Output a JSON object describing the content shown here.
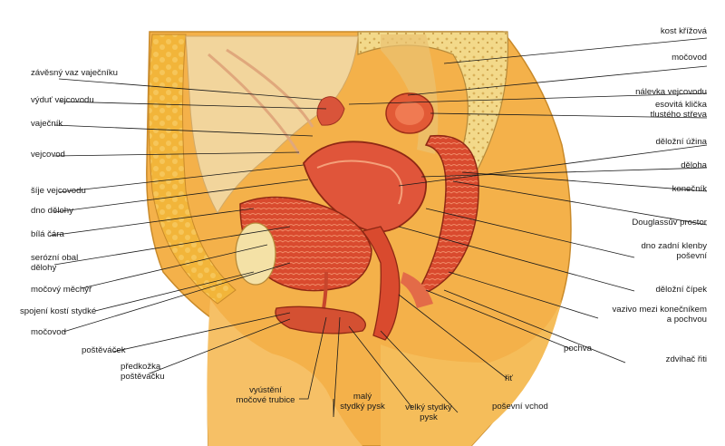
{
  "labels": {
    "zavesny_vaz": "závěsný vaz vaječníku",
    "vydut_vejcovodu": "výduť vejcovodu",
    "vajecnik": "vaječník",
    "vejcovod": "vejcovod",
    "sije_vejcovodu": "šíje vejcovodu",
    "dno_delohy": "dno dělohy",
    "bila_cara": "bílá čára",
    "serozni_obal": "serózní obal\ndělohy",
    "mocovy_mechyr": "močový měchýř",
    "spojeni_kosti": "spojení kostí stydké",
    "mocovod_left": "močovod",
    "postevacek": "poštěváček",
    "predkozka": "předkožka\npoštěváčku",
    "vyusteni": "vyústění\nmočové trubice",
    "maly_pysk": "malý\nstydký pysk",
    "velky_pysk": "velký stydký\npysk",
    "posevni_vchod": "poševní vchod",
    "rit": "řiť",
    "pochva": "pochva",
    "zdvihac_riti": "zdvihač řiti",
    "vazivo": "vazivo mezi konečníkem\na pochvou",
    "delozni_cipek": "děložní čípek",
    "dno_zadni_klenby": "dno zadní klenby\npoševní",
    "douglass": "Douglassův prostor",
    "konecnik": "konečník",
    "deloha": "děloha",
    "delozni_uzina": "děložní úžina",
    "tlusteho_streva": "esovitá klička\ntlustého střeva",
    "nalevka": "nálevka vejcovodu",
    "mocovod_right": "močovod",
    "kost_krizova": "kost křížová"
  }
}
